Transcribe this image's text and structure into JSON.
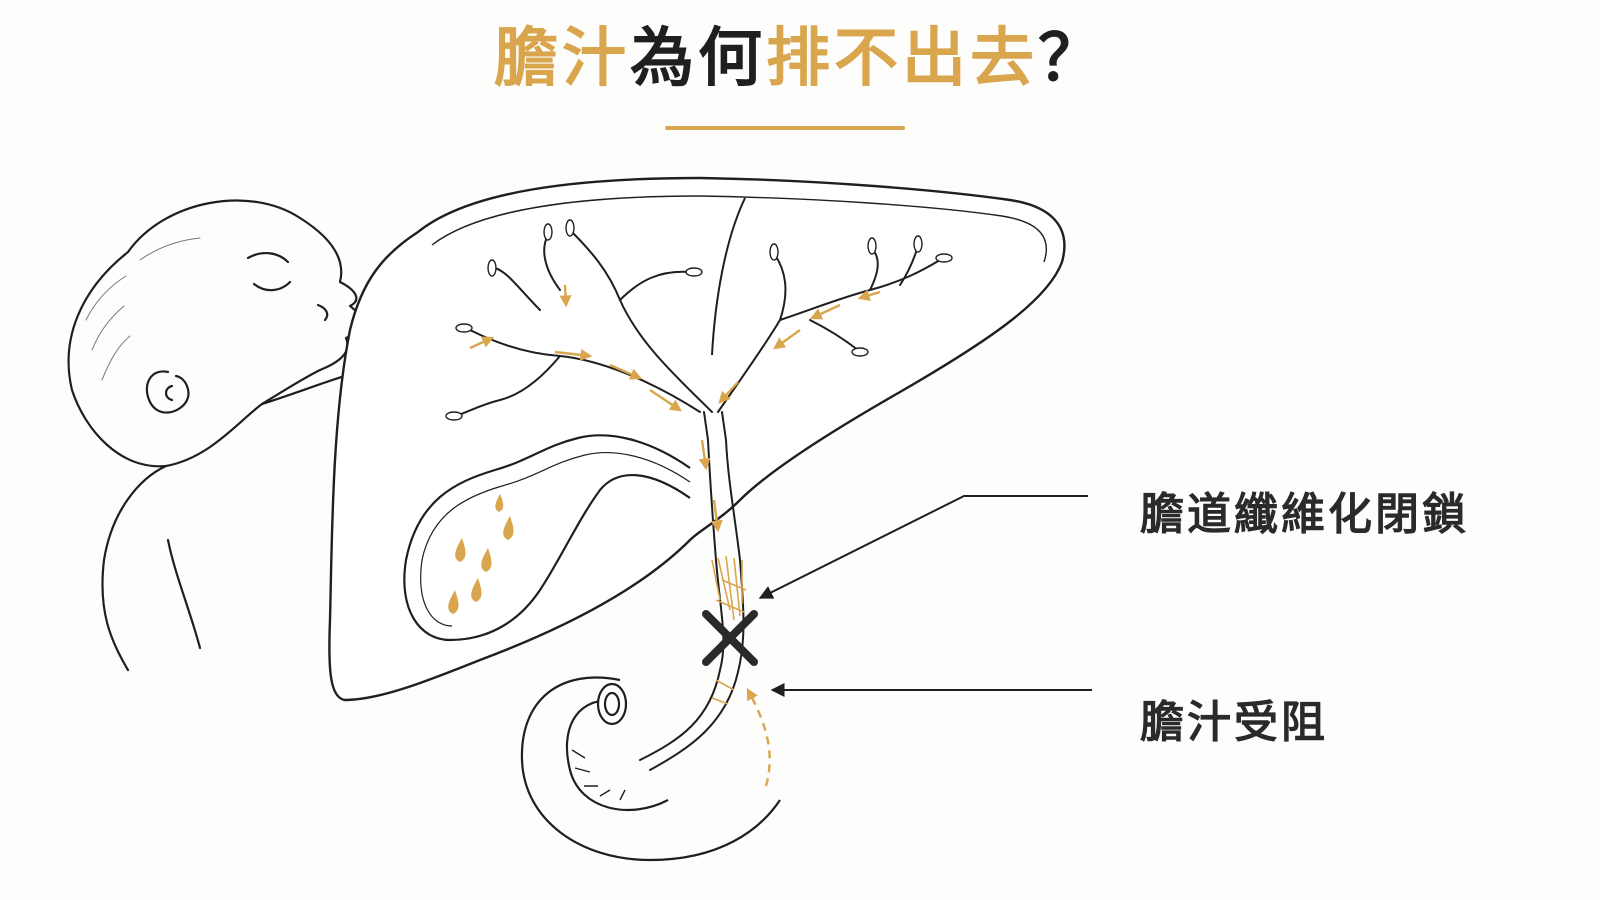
{
  "title": {
    "part1": "膽汁",
    "part2": "為何",
    "part3": "排不出去",
    "part4": "？"
  },
  "labels": {
    "atresia": "膽道纖維化閉鎖",
    "blocked": "膽汁受阻"
  },
  "colors": {
    "accent": "#d9a64e",
    "line": "#1f1f1f",
    "text": "#2a2a2a"
  }
}
